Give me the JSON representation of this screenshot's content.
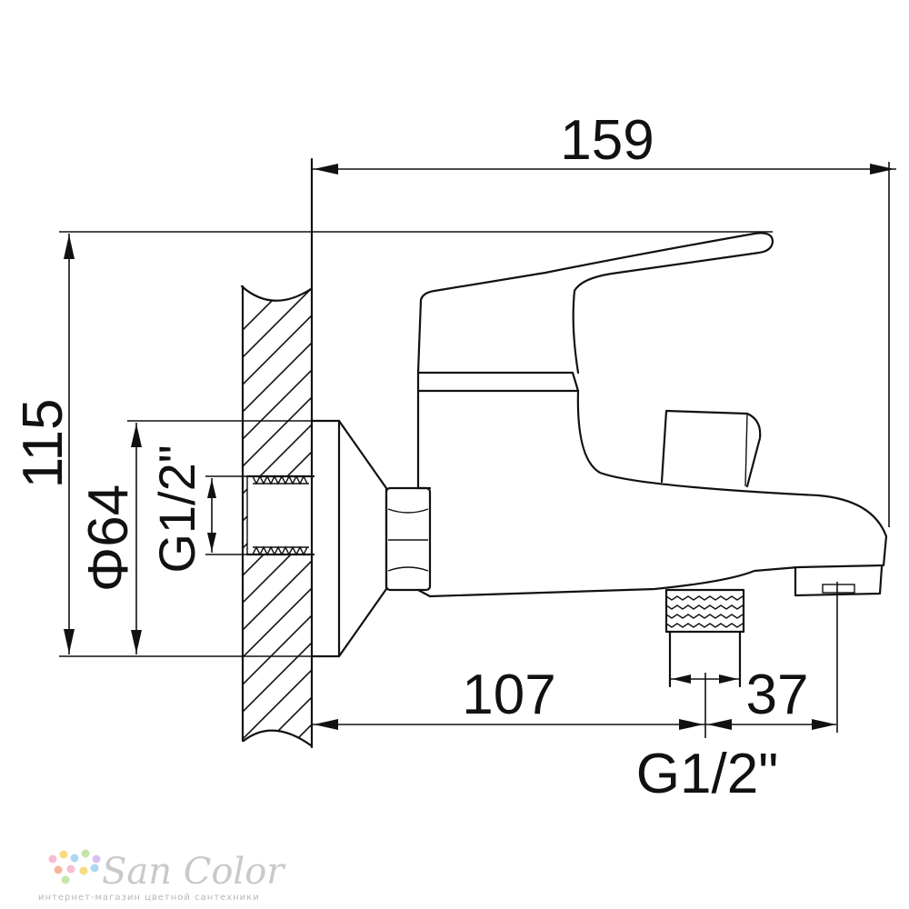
{
  "dimensions": {
    "overall_width": "159",
    "overall_height": "115",
    "flange_diameter": "Φ64",
    "inlet_thread": "G1/2\"",
    "wall_to_outlet": "107",
    "outlet_to_spout": "37",
    "outlet_thread": "G1/2\""
  },
  "watermark": {
    "brand": "San Color",
    "tagline": "интернет-магазин цветной сантехники",
    "dot_colors": [
      "#f6b1c8",
      "#f7d36b",
      "#9fd0f0",
      "#b9e29a",
      "#d1b6f0",
      "#f5a98a"
    ]
  },
  "colors": {
    "line": "#111111",
    "background": "#ffffff",
    "watermark": "#c9c9c9"
  }
}
